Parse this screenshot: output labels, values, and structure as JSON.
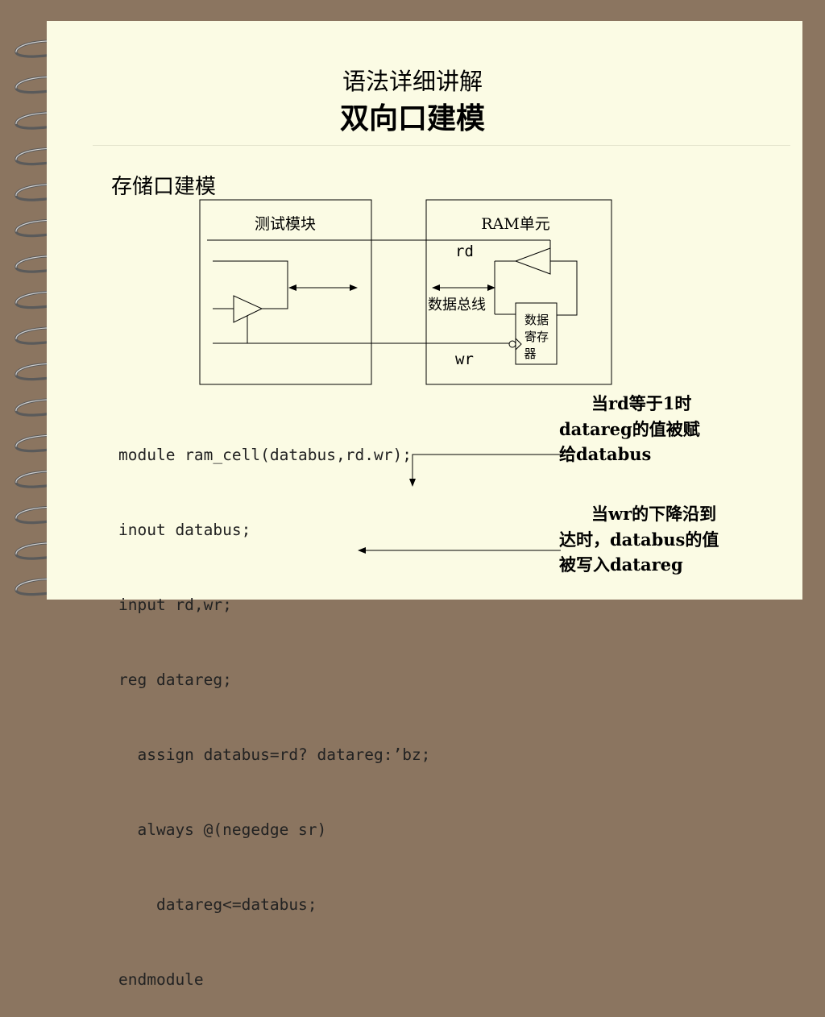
{
  "header": {
    "title_line1": "语法详细讲解",
    "title_line2": "双向口建模"
  },
  "section_title": "存储口建模",
  "diagram": {
    "left_box_label": "测试模块",
    "right_box_label": "RAM单元",
    "rd_label": "rd",
    "wr_label": "wr",
    "bus_label": "数据总线",
    "register_label_lines": [
      "数据",
      "寄存",
      "器"
    ]
  },
  "code_lines": [
    "module ram_cell(databus,rd.wr);",
    "inout databus;",
    "input rd,wr;",
    "reg datareg;",
    "  assign databus=rd? datareg:’bz;",
    "  always @(negedge sr)",
    "    datareg<=databus;",
    "endmodule"
  ],
  "notes": {
    "note1_lines": [
      "当rd等于1时",
      "datareg的值被赋",
      "给databus"
    ],
    "note2_lines": [
      "当wr的下降沿到",
      "达时，databus的值",
      "被写入datareg"
    ]
  },
  "colors": {
    "background": "#8b7560",
    "page": "#fbfbe4"
  }
}
